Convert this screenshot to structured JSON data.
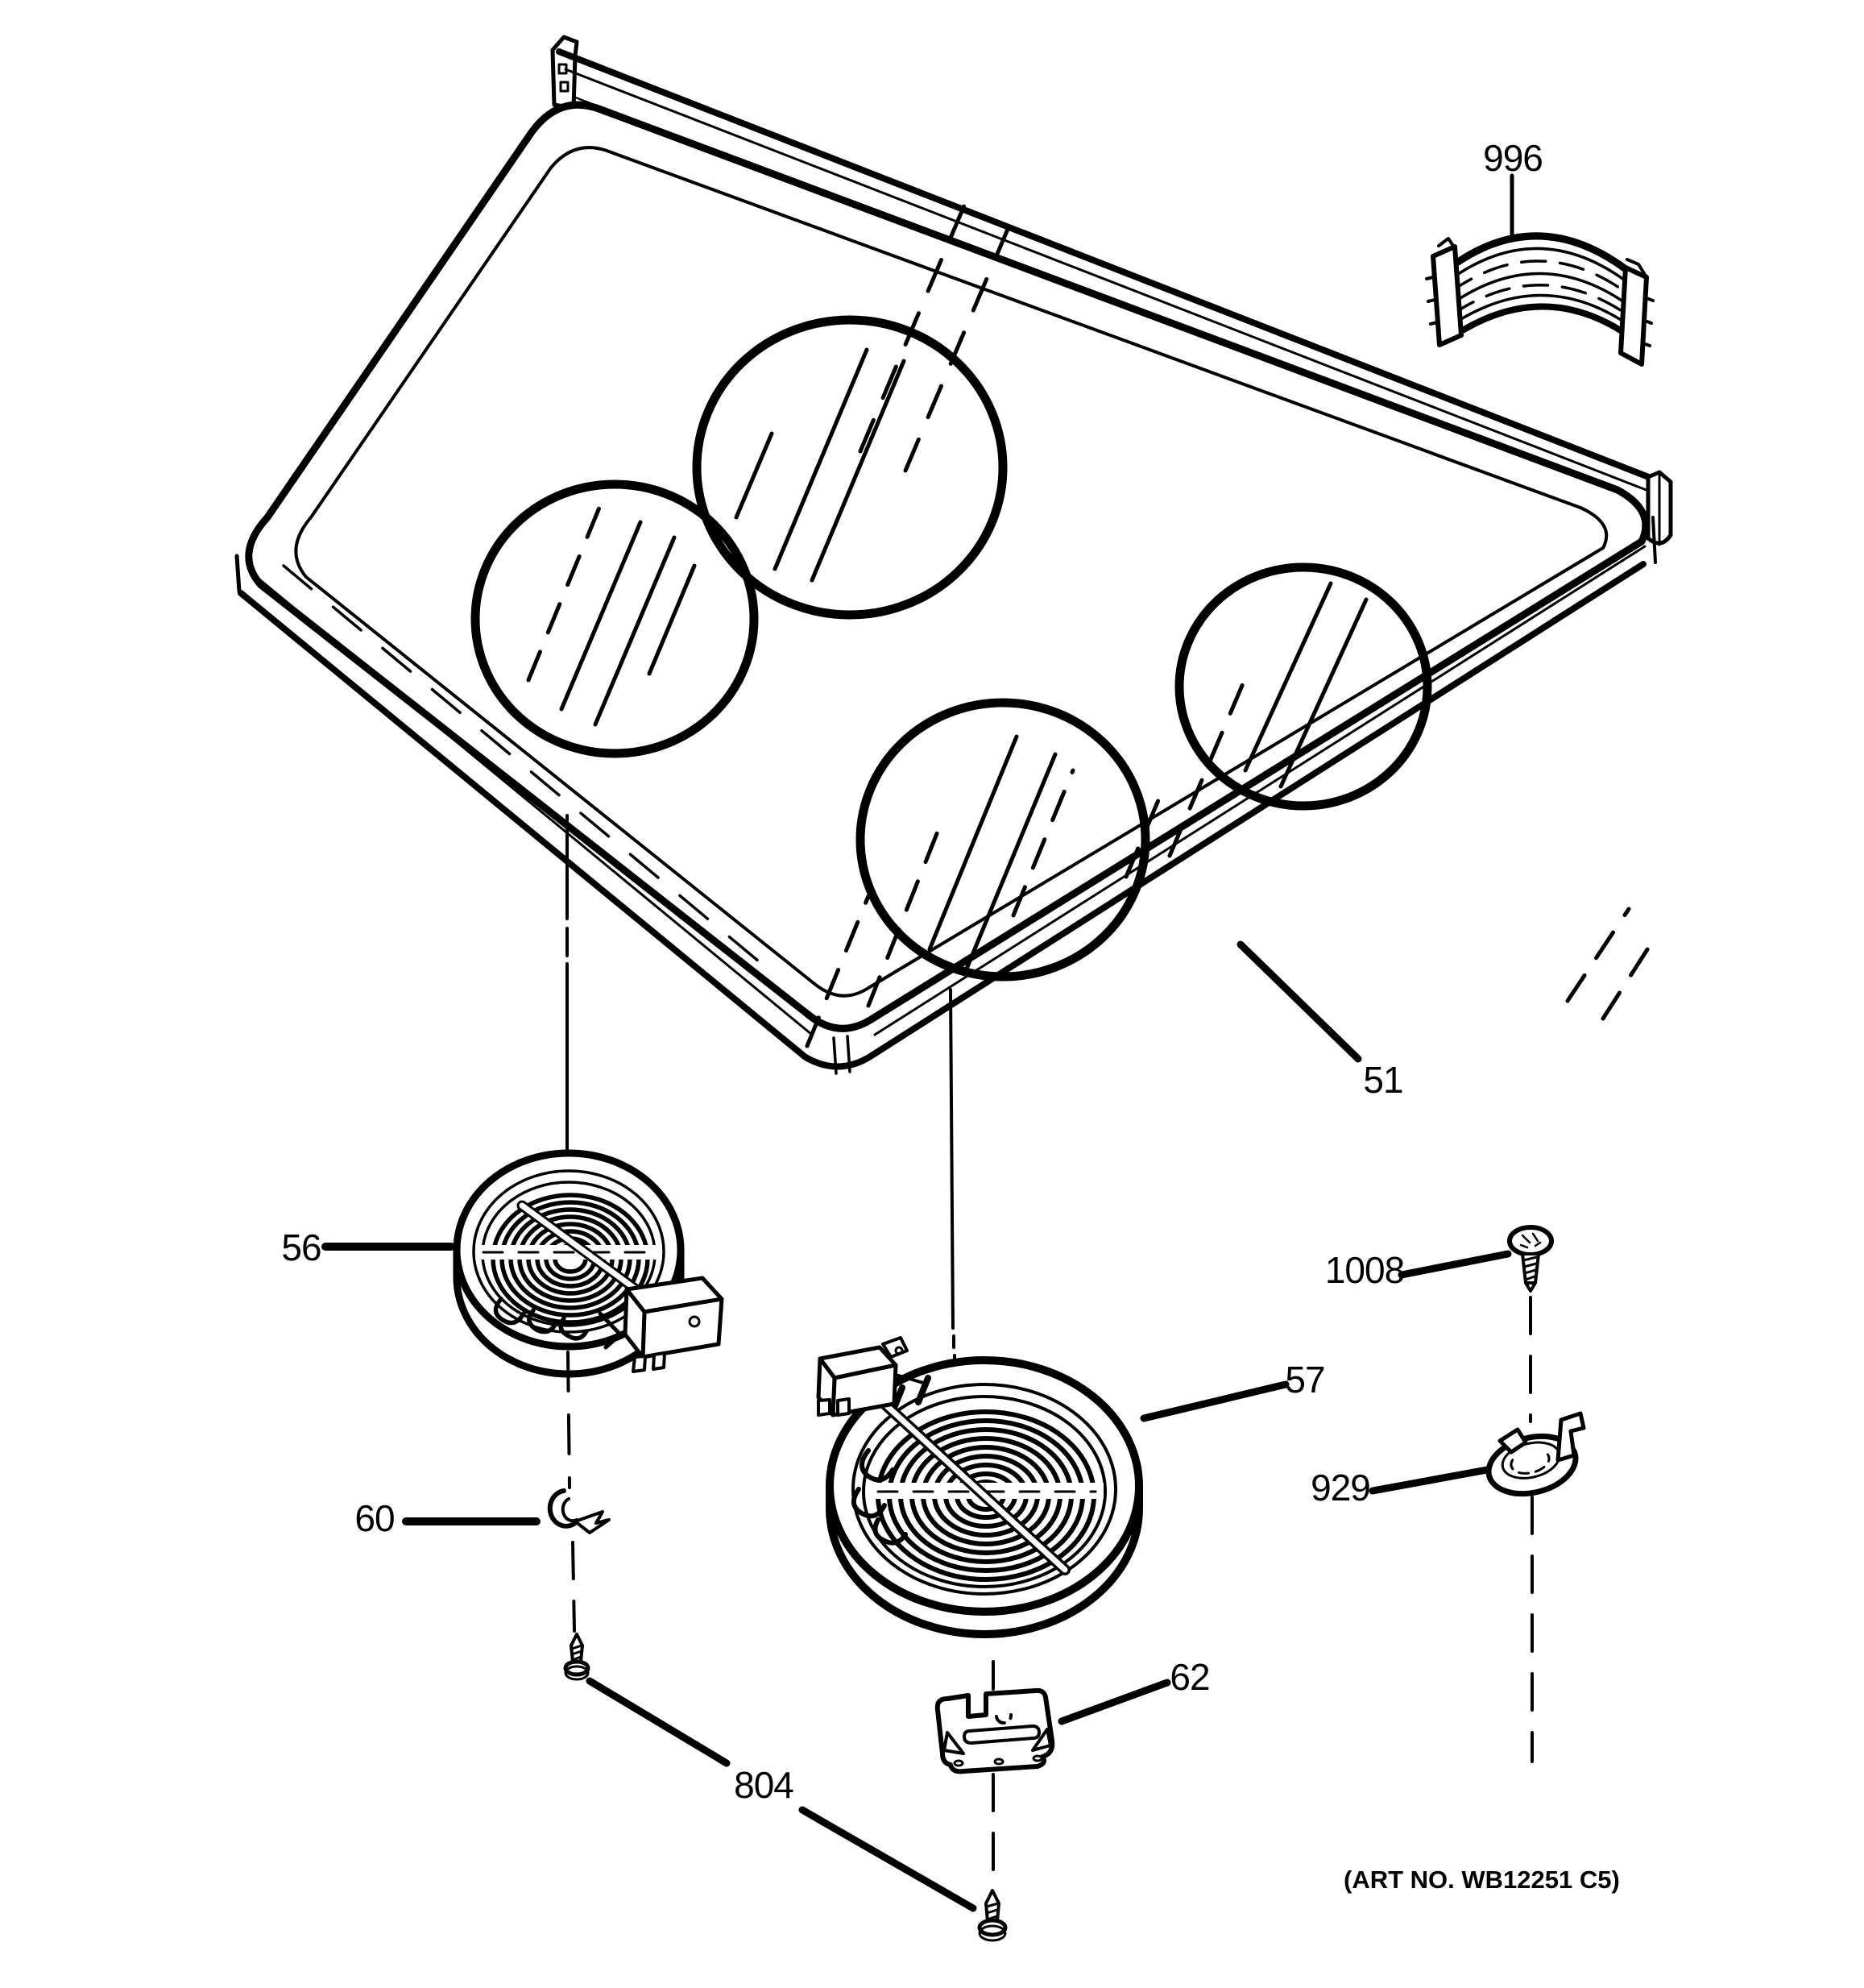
{
  "figure": {
    "kind": "appliance-exploded-parts-diagram",
    "subject": "glass cooktop assembly with radiant heating elements"
  },
  "colors": {
    "ink": "#000000",
    "paper": "#ffffff"
  },
  "callouts": {
    "c51": "51",
    "c56": "56",
    "c57": "57",
    "c60": "60",
    "c62": "62",
    "c804": "804",
    "c929": "929",
    "c996": "996",
    "c1008": "1008"
  },
  "art_note": "(ART NO. WB12251 C5)"
}
